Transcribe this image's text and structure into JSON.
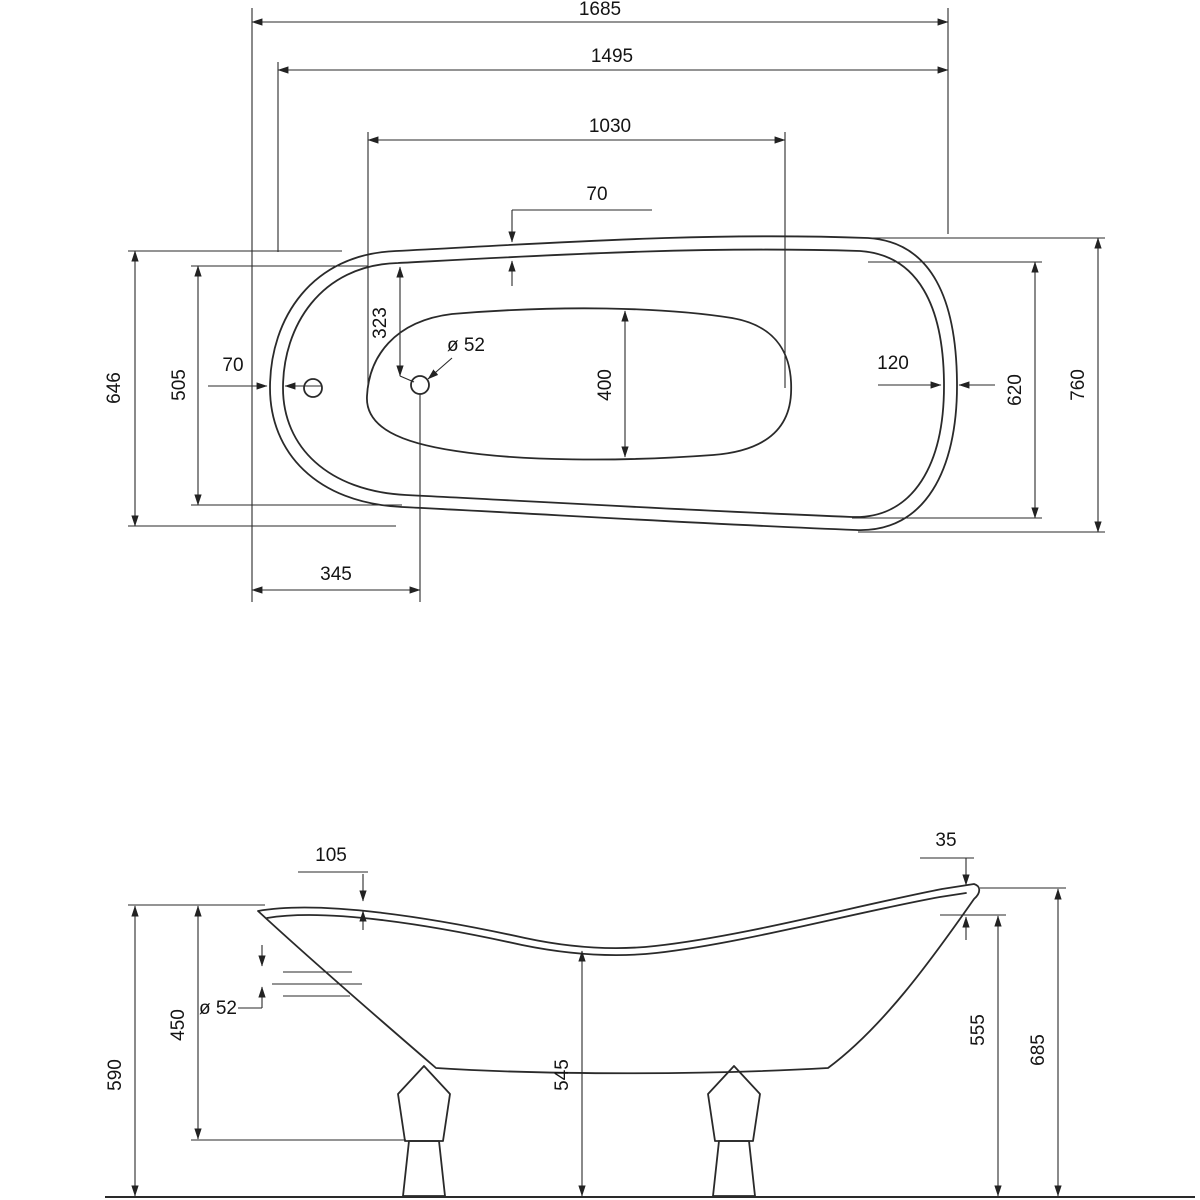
{
  "top": {
    "overall_length": "1685",
    "rim_length": "1495",
    "basin_length": "1030",
    "rim_width_top": "70",
    "rim_width_left": "70",
    "drain_offset_from_rim": "323",
    "drain_diameter": "ø 52",
    "basin_width": "400",
    "rim_width_right": "120",
    "inner_width_right": "620",
    "overall_width": "760",
    "left_inner_width": "505",
    "left_outer_width": "646",
    "drain_offset_from_end": "345"
  },
  "side": {
    "headrest_overhang": "105",
    "rim_lip_right": "35",
    "rim_to_foot_height": "450",
    "overflow_diameter": "ø 52",
    "rim_height_left": "590",
    "height_center": "545",
    "rim_underside_height": "555",
    "overall_height_right": "685"
  }
}
